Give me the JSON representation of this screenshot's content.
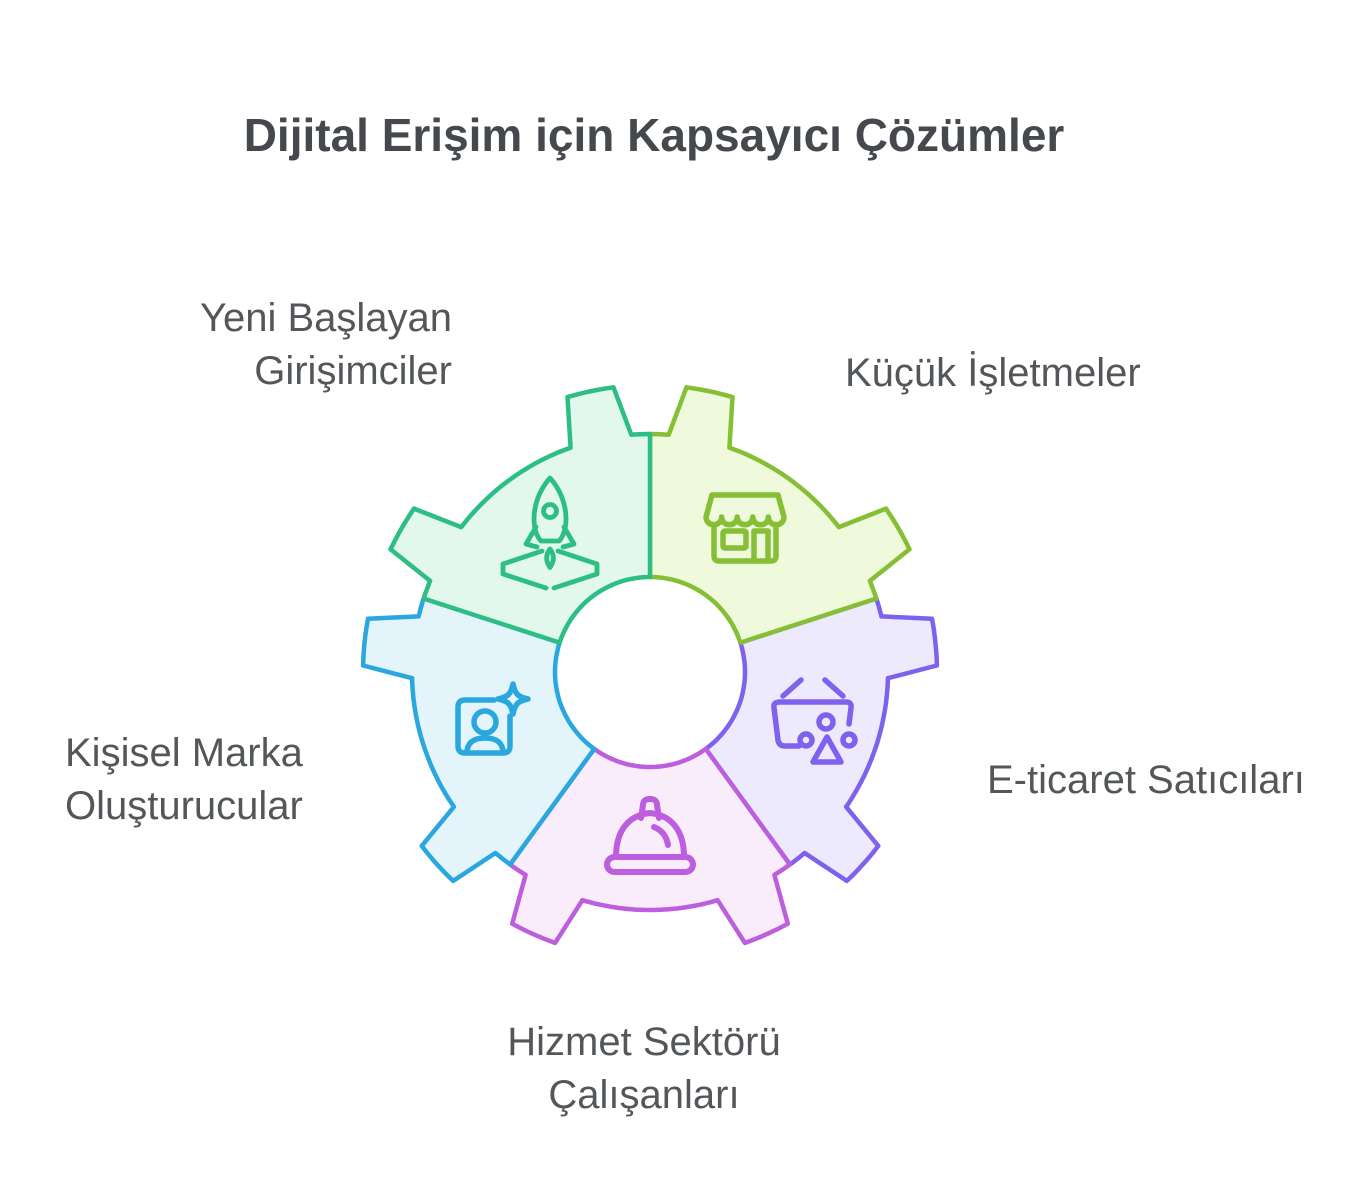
{
  "title": "Dijital Erişim için Kapsayıcı Çözümler",
  "colors": {
    "title_text": "#45484d",
    "label_text": "#54575a",
    "background": "#ffffff"
  },
  "diagram": {
    "type": "gear-five-segments",
    "segments": [
      {
        "id": "startups",
        "label": [
          "Yeni Başlayan",
          "Girişimciler"
        ],
        "icon": "rocket-launch-icon",
        "stroke": "#2dbe84",
        "fill": "#e2f8ec"
      },
      {
        "id": "small-business",
        "label": [
          "Küçük İşletmeler"
        ],
        "icon": "storefront-icon",
        "stroke": "#86bf35",
        "fill": "#eff9db"
      },
      {
        "id": "ecommerce",
        "label": [
          "E-ticaret Satıcıları"
        ],
        "icon": "shopping-basket-icon",
        "stroke": "#7e62ee",
        "fill": "#eceafc"
      },
      {
        "id": "service",
        "label": [
          "Hizmet Sektörü",
          "Çalışanları"
        ],
        "icon": "service-bell-icon",
        "stroke": "#bc5ede",
        "fill": "#f9edfc"
      },
      {
        "id": "personal-brand",
        "label": [
          "Kişisel Marka",
          "Oluşturucular"
        ],
        "icon": "profile-badge-icon",
        "stroke": "#2aa7de",
        "fill": "#e3f4fb"
      }
    ]
  }
}
